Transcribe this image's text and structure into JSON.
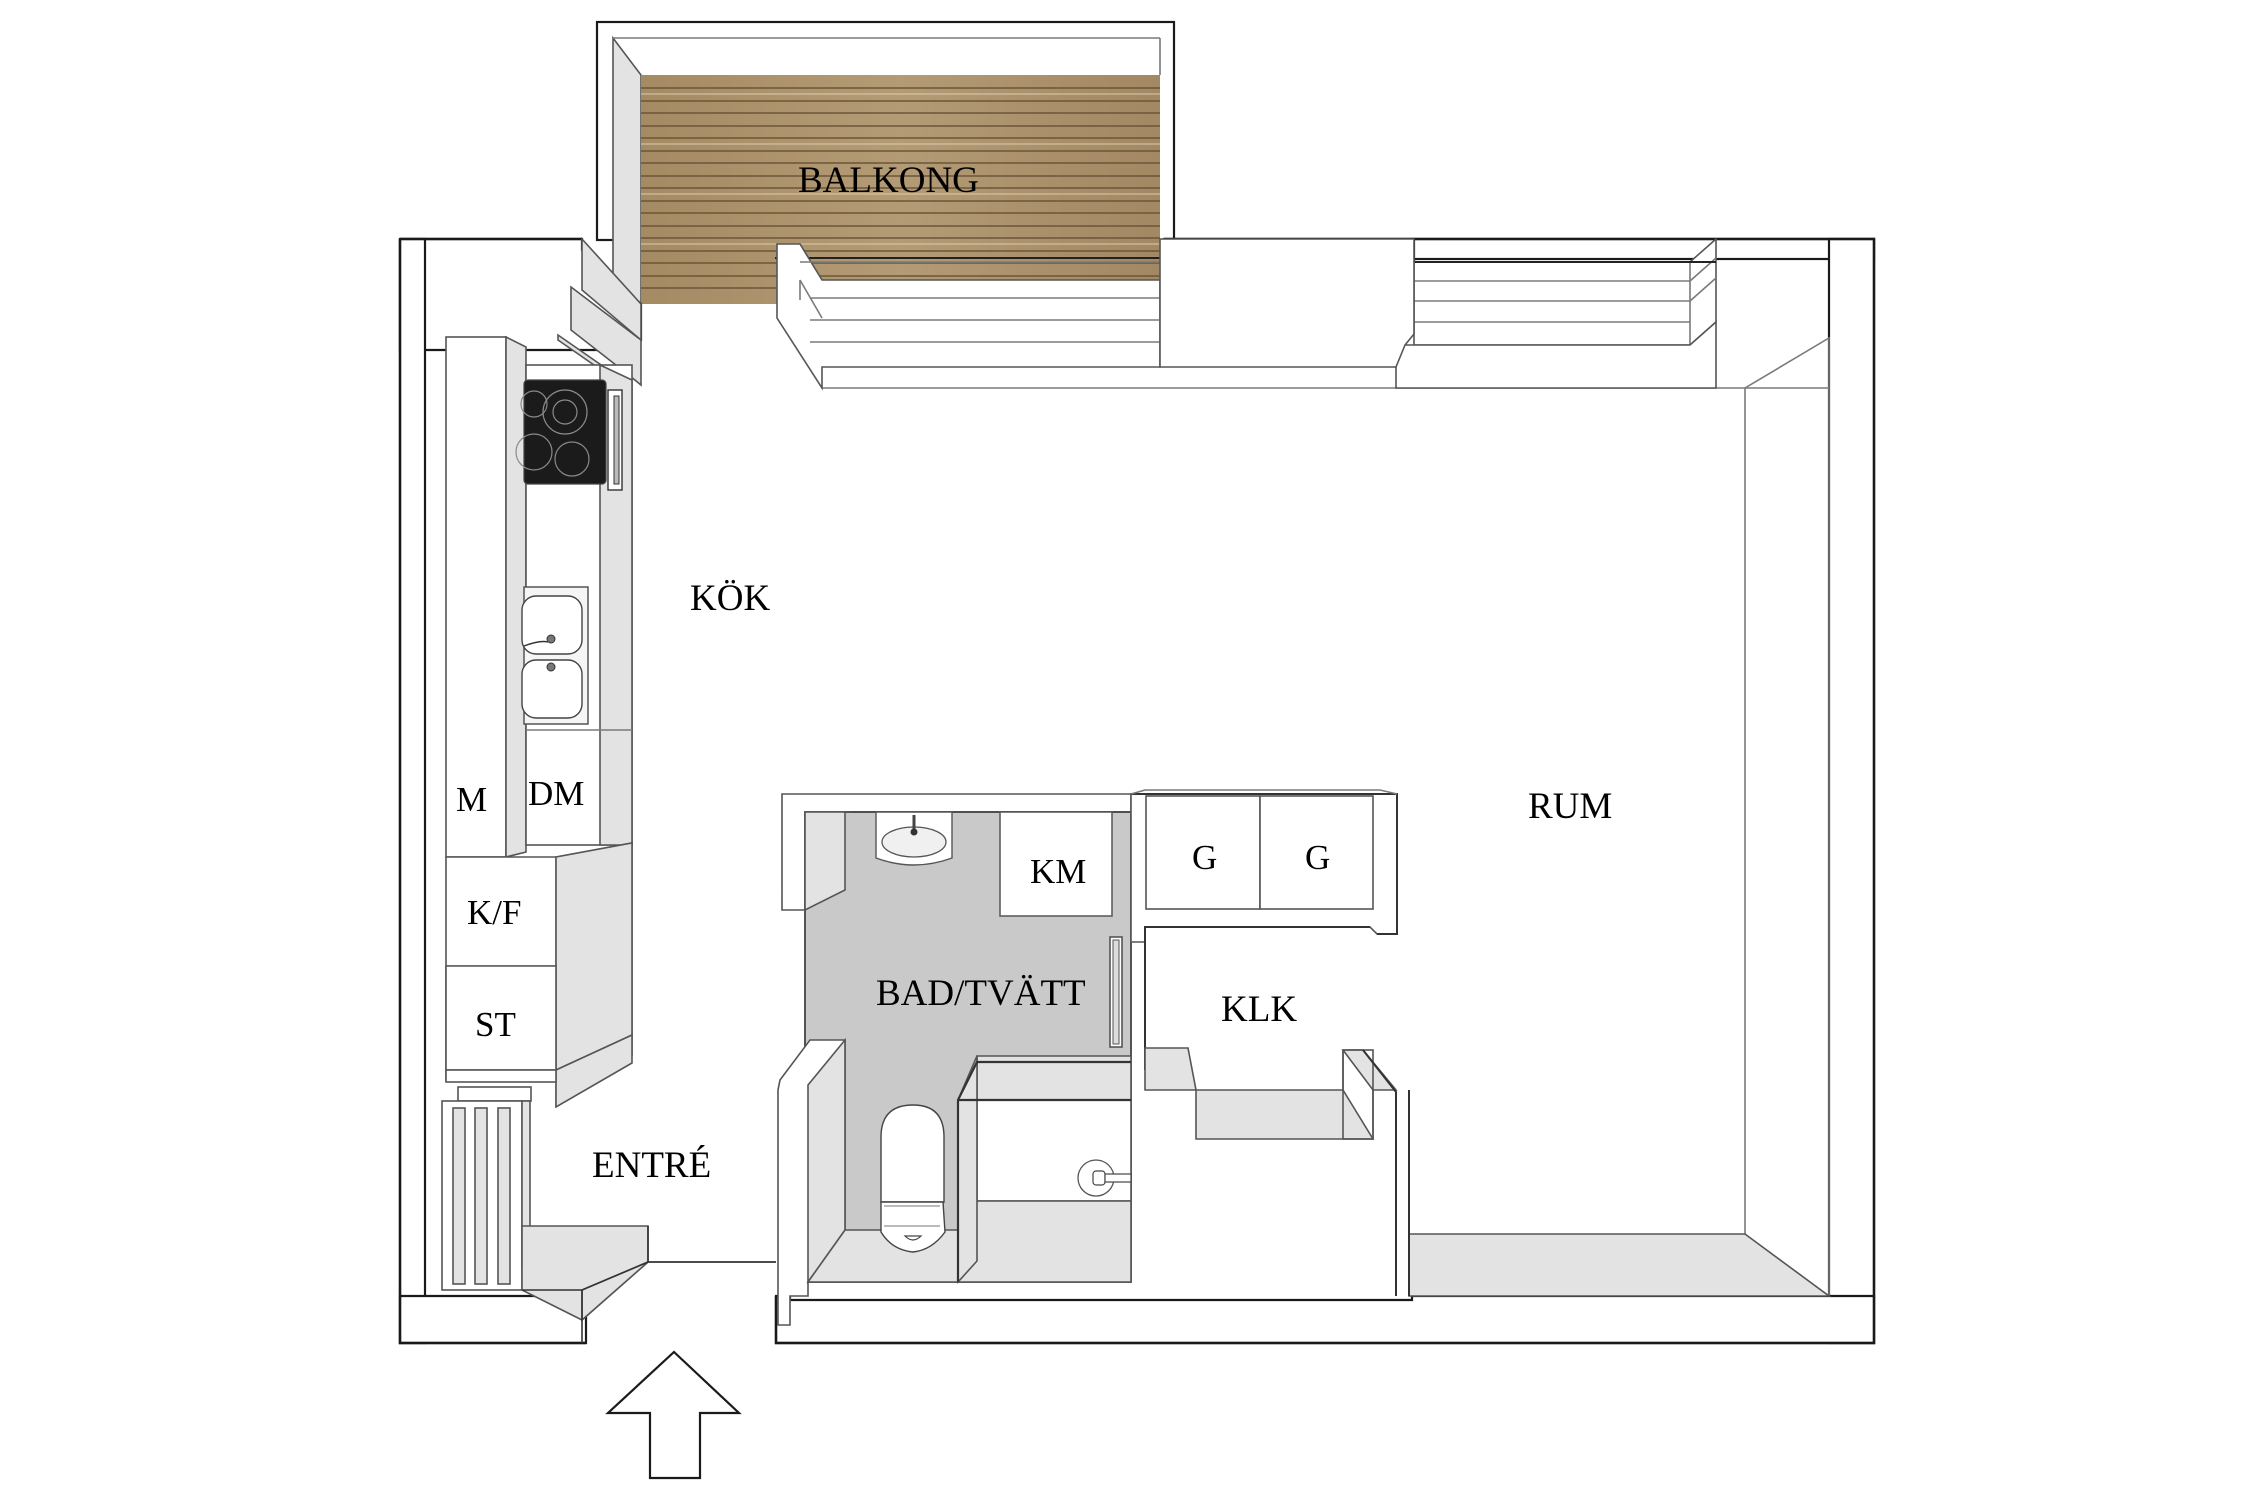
{
  "floorplan": {
    "rooms": {
      "balcony": "BALKONG",
      "kitchen": "KÖK",
      "living_room": "RUM",
      "bath_laundry": "BAD/TVÄTT",
      "walk_in_closet": "KLK",
      "entrance": "ENTRÉ"
    },
    "fixtures": {
      "microwave": "M",
      "dishwasher": "DM",
      "fridge_freezer": "K/F",
      "cabinet": "ST",
      "washing_machine": "KM",
      "wardrobe_1": "G",
      "wardrobe_2": "G"
    },
    "icons": [
      "entrance-arrow-icon",
      "stove-icon",
      "double-sink-icon",
      "washbasin-icon",
      "toilet-icon",
      "shower-icon",
      "radiator-icon"
    ],
    "colors": {
      "deck_wood": "#a88f6a",
      "bath_floor": "#c9c9c9",
      "wall_shade": "#e3e3e3",
      "stove": "#1b1b1b",
      "outline": "#1a1a1a"
    }
  }
}
